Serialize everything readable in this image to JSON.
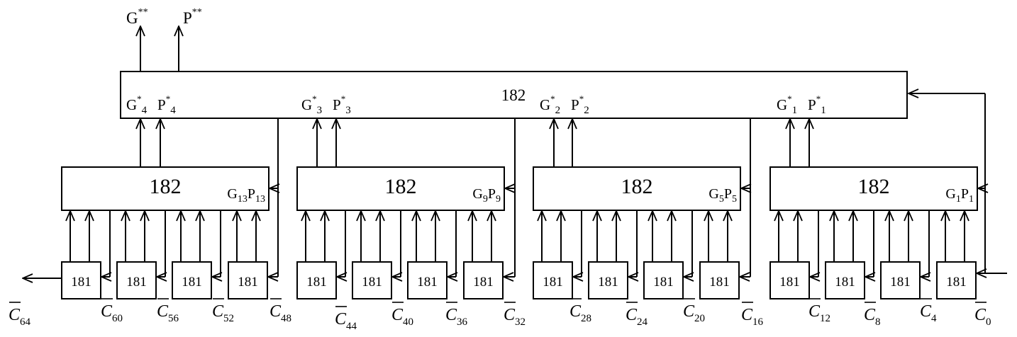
{
  "top_block": {
    "label": "182",
    "outputs": [
      "G",
      "P"
    ],
    "output_superscript": "**",
    "group_outputs": [
      {
        "g": "G",
        "p": "P",
        "sup": "*",
        "sub": "4"
      },
      {
        "g": "G",
        "p": "P",
        "sup": "*",
        "sub": "3"
      },
      {
        "g": "G",
        "p": "P",
        "sup": "*",
        "sub": "2"
      },
      {
        "g": "G",
        "p": "P",
        "sup": "*",
        "sub": "1"
      }
    ]
  },
  "mid_blocks": [
    {
      "label": "182",
      "g": "G",
      "p": "P",
      "sub": "13"
    },
    {
      "label": "182",
      "g": "G",
      "p": "P",
      "sub": "9"
    },
    {
      "label": "182",
      "g": "G",
      "p": "P",
      "sub": "5"
    },
    {
      "label": "182",
      "g": "G",
      "p": "P",
      "sub": "1"
    }
  ],
  "leaf_label": "181",
  "carry_symbol": "C",
  "carries": [
    "64",
    "60",
    "56",
    "52",
    "48",
    "44",
    "40",
    "36",
    "32",
    "28",
    "24",
    "20",
    "16",
    "12",
    "8",
    "4",
    "0"
  ]
}
